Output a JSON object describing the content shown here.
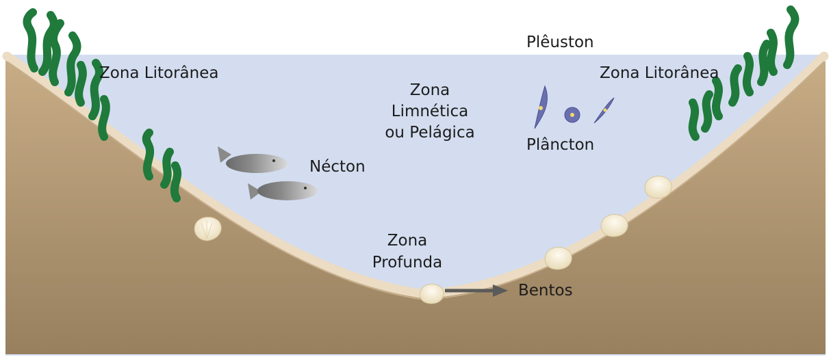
{
  "labels": {
    "pleuston": "Plêuston",
    "littoral_left": "Zona Litorânea",
    "littoral_right": "Zona Litorânea",
    "limnetic_line1": "Zona",
    "limnetic_line2": "Limnética",
    "limnetic_line3": "ou Pelágica",
    "plankton": "Plâncton",
    "nekton": "Nécton",
    "profundal_line1": "Zona",
    "profundal_line2": "Profunda",
    "benthos": "Bentos"
  },
  "colors": {
    "water": "#d3ddef",
    "sediment": "#a68b67",
    "lake_bed": "#ecdcc3",
    "plants": "#1f7a3b",
    "fish": "#8a8a8a",
    "plankton": "#6a6fb0",
    "shells": "#f1e7c6",
    "arrow": "#5a5a5a"
  }
}
